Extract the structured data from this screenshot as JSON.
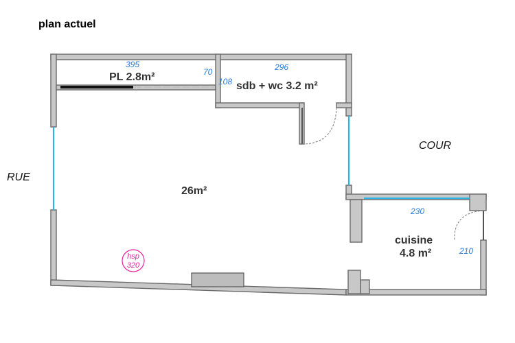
{
  "title": "plan actuel",
  "labels": {
    "rue": "RUE",
    "cour": "COUR"
  },
  "rooms": {
    "main": "26m²",
    "placard": "PL 2.8m²",
    "bathroom": "sdb + wc 3.2 m²",
    "kitchen_name": "cuisine",
    "kitchen_area": "4.8 m²"
  },
  "dimensions": {
    "placard_width": "395",
    "placard_depth": "70",
    "bathroom_width": "296",
    "bathroom_depth": "108",
    "kitchen_width": "230",
    "kitchen_depth": "210"
  },
  "ceiling_height": {
    "label": "hsp",
    "value": "320"
  },
  "colors": {
    "dimension_text": "#2a7ad8",
    "window_glass": "#27b4e6",
    "ceiling_height_marker": "#e61e9b",
    "wall_fill": "#c8c8c8"
  }
}
